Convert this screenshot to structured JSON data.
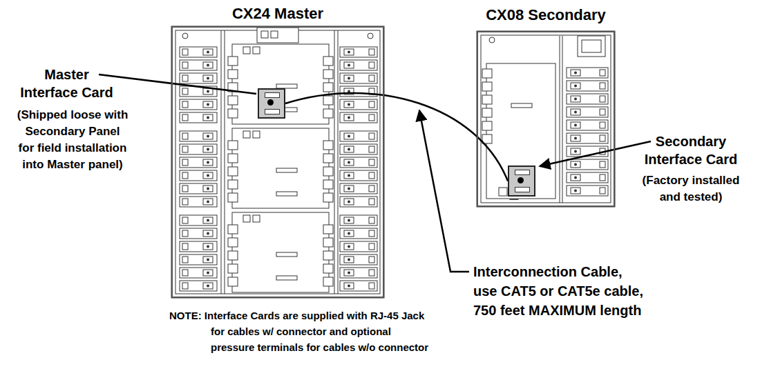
{
  "diagram": {
    "nodes": [
      {
        "text": [
          "CX24 Master"
        ]
      },
      {
        "text": [
          "Master Interface Card",
          "(Shipped loose with Secondary Panel for field installation into Master panel)"
        ],
        "in": 0
      },
      {
        "text": [
          "CX08 Secondary"
        ]
      },
      {
        "text": [
          "Secondary Interface Card",
          "(Factory installed and tested)"
        ],
        "in": 2
      }
    ],
    "edges": [
      {
        "from": 1,
        "to": 3,
        "arrow": "none"
      }
    ],
    "labels": [
      "Interconnection Cable, use CAT5 or CAT5e cable, 750 feet MAXIMUM length",
      "NOTE: Interface Cards are supplied with RJ-45 Jack for cables w/ connector and optional pressure terminals for cables w/o connector"
    ]
  }
}
